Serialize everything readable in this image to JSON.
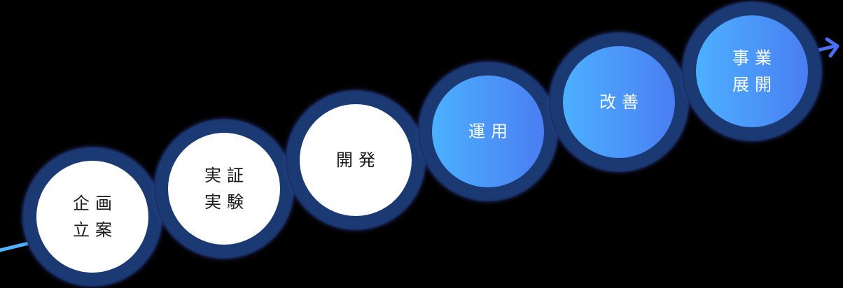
{
  "diagram": {
    "type": "process-flow",
    "direction": "left-to-right ascending",
    "colors": {
      "background": "#000000",
      "ring": "#1b3a73",
      "light_fill": "#ffffff",
      "light_text": "#1a1a1a",
      "accent_gradient_start": "#4cb0ff",
      "accent_gradient_end": "#4a7ef2",
      "accent_text": "#ffffff",
      "connector_line_start": "#4fb4ff",
      "connector_line_end": "#4a6ff0"
    },
    "steps": [
      {
        "id": "planning",
        "lines": [
          "企画",
          "立案"
        ],
        "style": "light"
      },
      {
        "id": "proof-of-concept",
        "lines": [
          "実証",
          "実験"
        ],
        "style": "light"
      },
      {
        "id": "development",
        "lines": [
          "開発"
        ],
        "style": "light"
      },
      {
        "id": "operation",
        "lines": [
          "運用"
        ],
        "style": "accent"
      },
      {
        "id": "improvement",
        "lines": [
          "改善"
        ],
        "style": "accent"
      },
      {
        "id": "business-expansion",
        "lines": [
          "事業",
          "展開"
        ],
        "style": "accent"
      }
    ],
    "end_marker": "arrow-right-icon"
  }
}
